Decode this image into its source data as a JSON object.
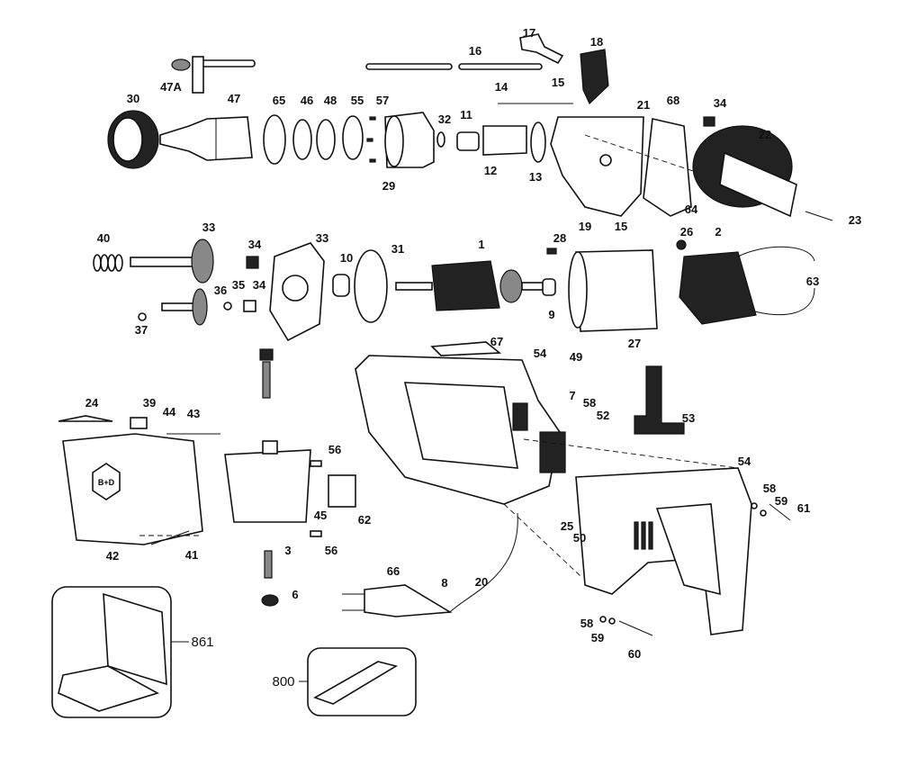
{
  "diagram": {
    "title": "Drill exploded parts view",
    "callouts": [
      "47A",
      "30",
      "47",
      "65",
      "46",
      "48",
      "55",
      "57",
      "32",
      "11",
      "29",
      "12",
      "13",
      "16",
      "17",
      "18",
      "14",
      "15",
      "21",
      "68",
      "34",
      "22",
      "64",
      "23",
      "19",
      "15",
      "40",
      "33",
      "34",
      "33",
      "31",
      "10",
      "1",
      "28",
      "26",
      "2",
      "63",
      "37",
      "36",
      "35",
      "34",
      "9",
      "27",
      "67",
      "54",
      "49",
      "7",
      "58",
      "52",
      "53",
      "24",
      "39",
      "44",
      "43",
      "56",
      "62",
      "45",
      "42",
      "41",
      "3",
      "56",
      "6",
      "25",
      "50",
      "54",
      "58",
      "59",
      "61",
      "66",
      "8",
      "20",
      "58",
      "59",
      "60"
    ],
    "inset_callouts": [
      "861",
      "800"
    ],
    "logo_text": "B+D"
  }
}
